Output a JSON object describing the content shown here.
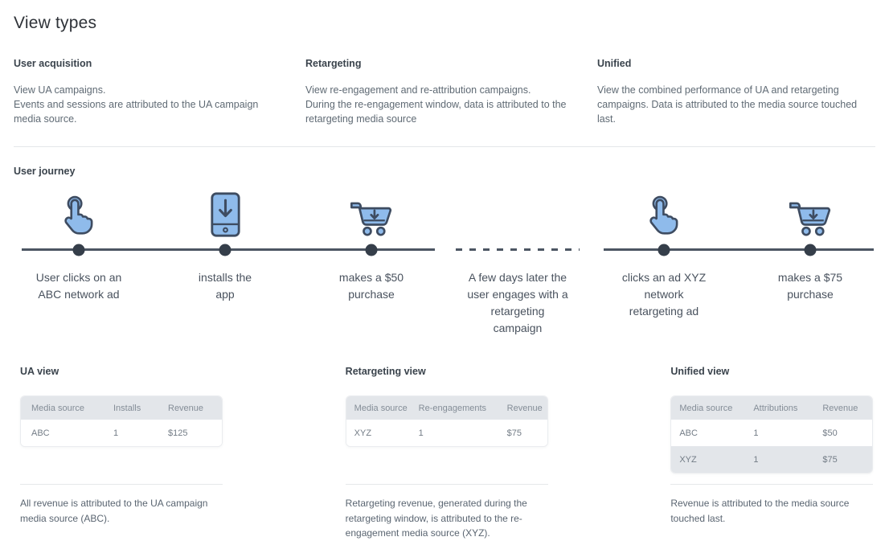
{
  "page": {
    "title": "View types"
  },
  "view_types": [
    {
      "heading": "User acquisition",
      "description": "View UA campaigns.\nEvents and sessions are attributed to the UA campaign\nmedia source."
    },
    {
      "heading": "Retargeting",
      "description": "View re-engagement and re-attribution campaigns.\nDuring the re-engagement window, data is attributed to the\nretargeting media source"
    },
    {
      "heading": "Unified",
      "description": "View the combined performance of UA and retargeting\ncampaigns. Data is attributed to the media source touched\nlast."
    }
  ],
  "user_journey": {
    "heading": "User journey",
    "steps": [
      {
        "icon": "tap-icon",
        "line": "solid",
        "label": "User clicks on an\nABC network ad"
      },
      {
        "icon": "phone-download-icon",
        "line": "solid",
        "label": "installs the\napp"
      },
      {
        "icon": "cart-icon",
        "line": "solid",
        "label": "makes a $50\npurchase"
      },
      {
        "icon": "none",
        "line": "dashed",
        "label": "A few days later the\nuser engages with a\nretargeting\ncampaign"
      },
      {
        "icon": "tap-icon",
        "line": "solid",
        "label": "clicks an  ad XYZ\nnetwork\nretargeting ad"
      },
      {
        "icon": "cart-icon",
        "line": "solid",
        "label": "makes a $75\npurchase"
      }
    ]
  },
  "views": [
    {
      "heading": "UA view",
      "table": {
        "headers": [
          "Media source",
          "Installs",
          "Revenue"
        ],
        "rows": [
          [
            "ABC",
            "1",
            "$125"
          ]
        ]
      },
      "caption": "All revenue is attributed to the UA campaign\nmedia source (ABC)."
    },
    {
      "heading": "Retargeting view",
      "table": {
        "headers": [
          "Media source",
          "Re-engagements",
          "Revenue"
        ],
        "rows": [
          [
            "XYZ",
            "1",
            "$75"
          ]
        ]
      },
      "caption": "Retargeting revenue, generated during the\nretargeting window, is attributed to the re-\nengagement media source (XYZ)."
    },
    {
      "heading": "Unified view",
      "table": {
        "headers": [
          "Media source",
          "Attributions",
          "Revenue"
        ],
        "rows": [
          [
            "ABC",
            "1",
            "$50"
          ],
          [
            "XYZ",
            "1",
            "$75"
          ]
        ]
      },
      "caption": "Revenue is attributed to the media source\ntouched last."
    }
  ],
  "colors": {
    "icon_fill": "#8FBBEB",
    "icon_stroke": "#3E4C61",
    "timeline_line": "#4C5663",
    "timeline_dot": "#353E4A",
    "table_header_bg": "#E3E6EA",
    "divider": "#E4E7E9"
  }
}
